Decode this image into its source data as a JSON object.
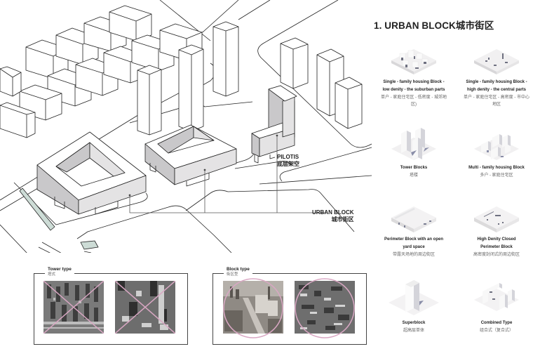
{
  "diagram": {
    "callouts": {
      "pilotis": {
        "en": "PILOTIS",
        "zh": "底层架空"
      },
      "urban_block": {
        "en": "URBAN BLOCK",
        "zh": "城市街区"
      }
    }
  },
  "legend_panel": {
    "title": "1. URBAN BLOCK城市街区",
    "types": [
      {
        "en_lines": [
          "Single - family housing Block -",
          "low denity - the suburban parts"
        ],
        "zh_lines": [
          "单户 - 家庭住宅区 - 低密度 - 城郊地",
          "区)"
        ],
        "icon": "low-density-block-model-icon"
      },
      {
        "en_lines": [
          "Single - family housing Block -",
          "high denity - the central parts"
        ],
        "zh_lines": [
          "单户 - 家庭住宅区 - 高密度 - 市中心",
          "地区"
        ],
        "icon": "high-density-block-model-icon"
      },
      {
        "en_lines": [
          "Tower Blocks"
        ],
        "zh_lines": [
          "塔楼"
        ],
        "icon": "tower-blocks-model-icon"
      },
      {
        "en_lines": [
          "Multi - family housing Block"
        ],
        "zh_lines": [
          "多户 - 家庭住宅区"
        ],
        "icon": "multi-family-block-model-icon"
      },
      {
        "en_lines": [
          "Perimeter Block with an open",
          "yard space"
        ],
        "zh_lines": [
          "带露天场地的周边街区"
        ],
        "icon": "perimeter-block-model-icon"
      },
      {
        "en_lines": [
          "High Denity Closed",
          "Perimeter Block"
        ],
        "zh_lines": [
          "高密度封闭式的周边街区"
        ],
        "icon": "closed-perimeter-block-model-icon"
      },
      {
        "en_lines": [
          "Superblock"
        ],
        "zh_lines": [
          "超高层单体"
        ],
        "icon": "superblock-model-icon"
      },
      {
        "en_lines": [
          "Combined Type"
        ],
        "zh_lines": [
          "组合式（复合式）"
        ],
        "icon": "combined-type-model-icon"
      }
    ]
  },
  "references": {
    "tower": {
      "en": "Tower type",
      "zh": "塔式",
      "mark": "cross",
      "mark_color": "#d9a7c3"
    },
    "block": {
      "en": "Block type",
      "zh": "街区型",
      "mark": "circle",
      "mark_color": "#d9a7c3"
    }
  },
  "colors": {
    "line": "#222222",
    "shade_light": "#e4e3e4",
    "shade_dark": "#c9c8ca",
    "green_strip": "#cddcd6"
  }
}
